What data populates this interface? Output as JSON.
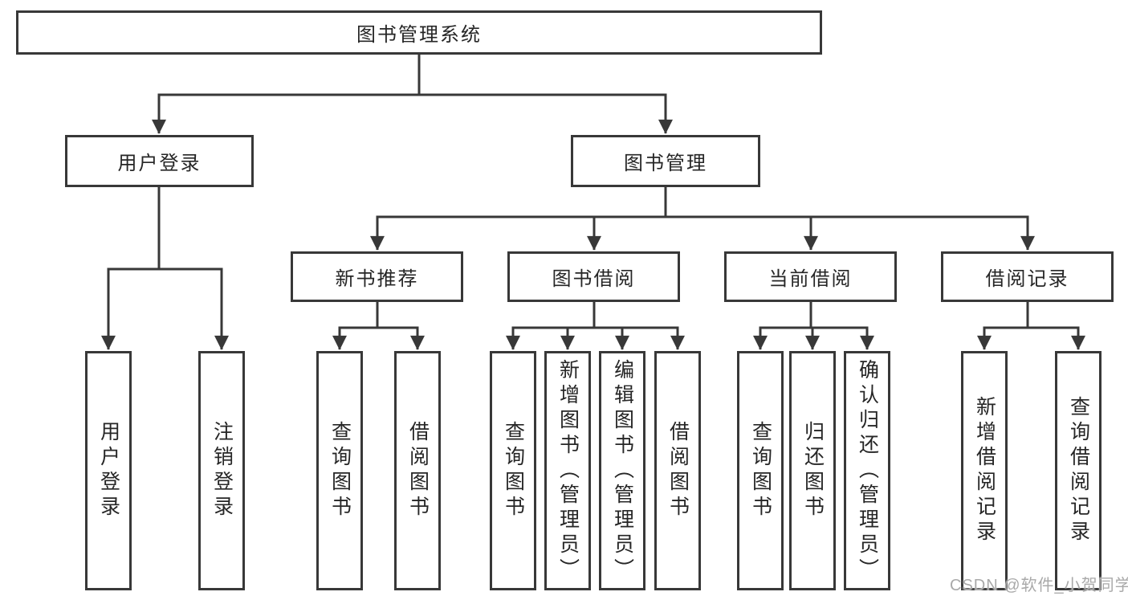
{
  "tree": {
    "root": {
      "label": "图书管理系统"
    },
    "branches": [
      {
        "label": "用户登录",
        "children": [
          {
            "label": "用户登录"
          },
          {
            "label": "注销登录"
          }
        ]
      },
      {
        "label": "图书管理",
        "children": [
          {
            "label": "新书推荐",
            "children": [
              {
                "label": "查询图书"
              },
              {
                "label": "借阅图书"
              }
            ]
          },
          {
            "label": "图书借阅",
            "children": [
              {
                "label": "查询图书"
              },
              {
                "label": "新增图书（管理员）"
              },
              {
                "label": "编辑图书（管理员）"
              },
              {
                "label": "借阅图书"
              }
            ]
          },
          {
            "label": "当前借阅",
            "children": [
              {
                "label": "查询图书"
              },
              {
                "label": "归还图书"
              },
              {
                "label": "确认归还（管理员）"
              }
            ]
          },
          {
            "label": "借阅记录",
            "children": [
              {
                "label": "新增借阅记录"
              },
              {
                "label": "查询借阅记录"
              }
            ]
          }
        ]
      }
    ]
  },
  "watermark": {
    "text": "CSDN @软件_小贺同学"
  },
  "colors": {
    "line": "#383838",
    "box_border": "#383838",
    "text": "#262626",
    "watermark": "#a9a9a9",
    "background": "#ffffff"
  }
}
